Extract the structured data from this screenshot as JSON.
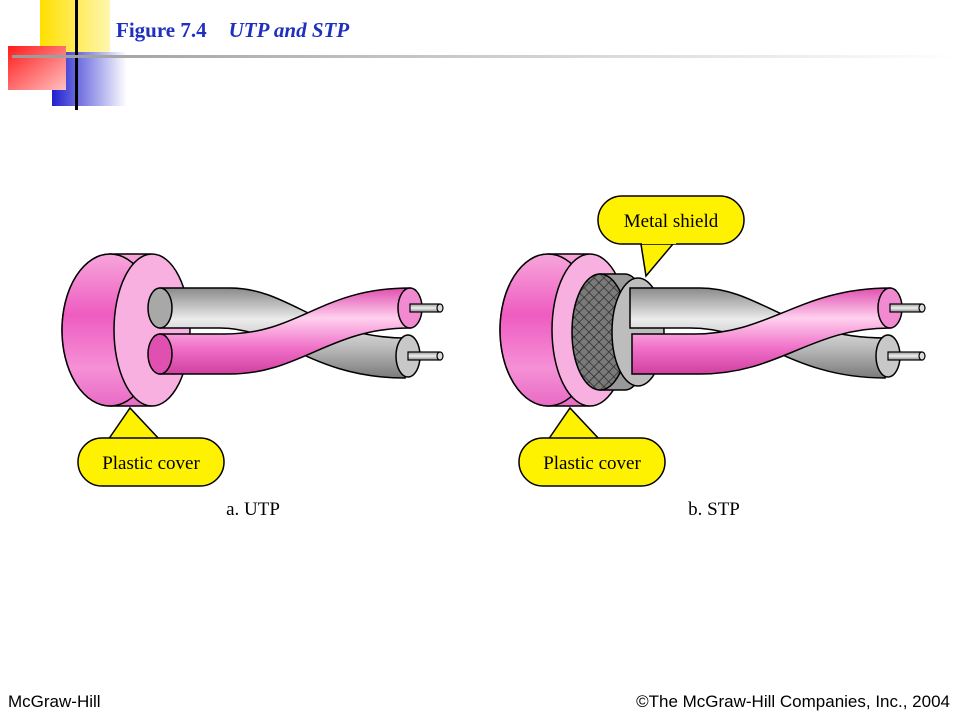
{
  "figure": {
    "number": "Figure 7.4",
    "title": "UTP and STP"
  },
  "panels": {
    "utp": {
      "caption": "a. UTP",
      "callout_cover": "Plastic cover"
    },
    "stp": {
      "caption": "b. STP",
      "callout_cover": "Plastic cover",
      "callout_shield": "Metal shield"
    }
  },
  "footer": {
    "publisher": "McGraw-Hill",
    "copyright": "©The McGraw-Hill Companies, Inc., 2004"
  },
  "colors": {
    "title": "#1f2fbf",
    "pink": "#f06ac8",
    "gray": "#b8b8b8",
    "callout": "#fff200"
  }
}
